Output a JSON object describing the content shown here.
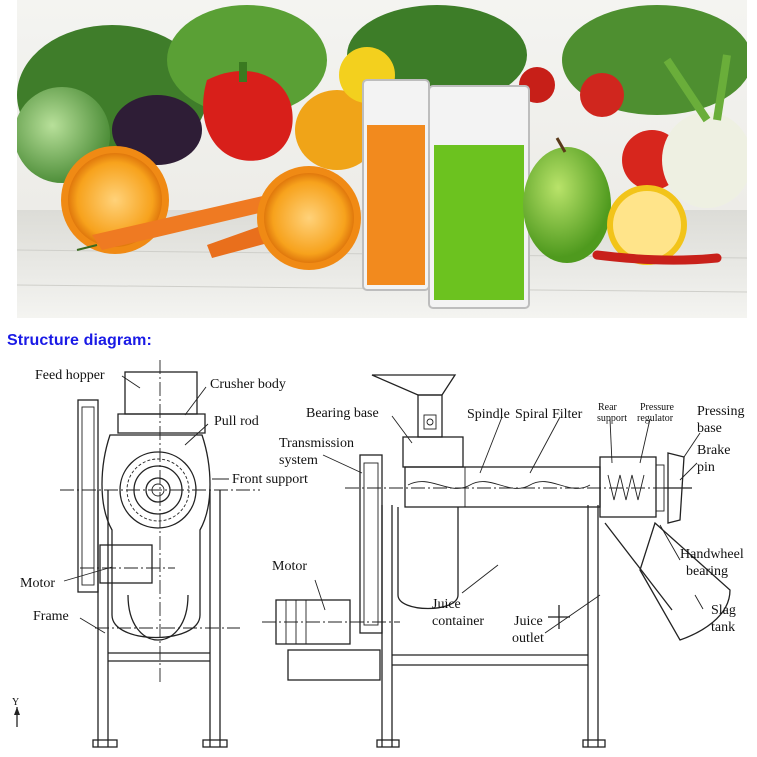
{
  "heading": "Structure diagram:",
  "photo": {
    "description": "fruits-and-vegetables-with-juice-photo"
  },
  "labels": {
    "feed_hopper": "Feed hopper",
    "crusher_body": "Crusher body",
    "pull_rod": "Pull rod",
    "front_support": "Front support",
    "motor_left": "Motor",
    "frame": "Frame",
    "bearing_base": "Bearing base",
    "transmission_line1": "Transmission",
    "transmission_line2": "system",
    "spindle": "Spindle",
    "spiral_filter": "Spiral Filter",
    "rear_support_line1": "Rear",
    "rear_support_line2": "support",
    "pressure_regulator_line1": "Pressure",
    "pressure_regulator_line2": "regulator",
    "pressing_base_line1": "Pressing",
    "pressing_base_line2": "base",
    "brake_pin_line1": "Brake",
    "brake_pin_line2": "pin",
    "handwheel_bearing_line1": "Handwheel",
    "handwheel_bearing_line2": "bearing",
    "motor_right": "Motor",
    "juice_container_line1": "Juice",
    "juice_container_line2": "container",
    "juice_outlet_line1": "Juice",
    "juice_outlet_line2": "outlet",
    "slag_tank_line1": "Slag",
    "slag_tank_line2": "tank",
    "axis_y": "Y"
  },
  "colors": {
    "heading": "#1a1ae6",
    "orange_juice": "#f28a1e",
    "green_juice": "#6cc21f"
  }
}
